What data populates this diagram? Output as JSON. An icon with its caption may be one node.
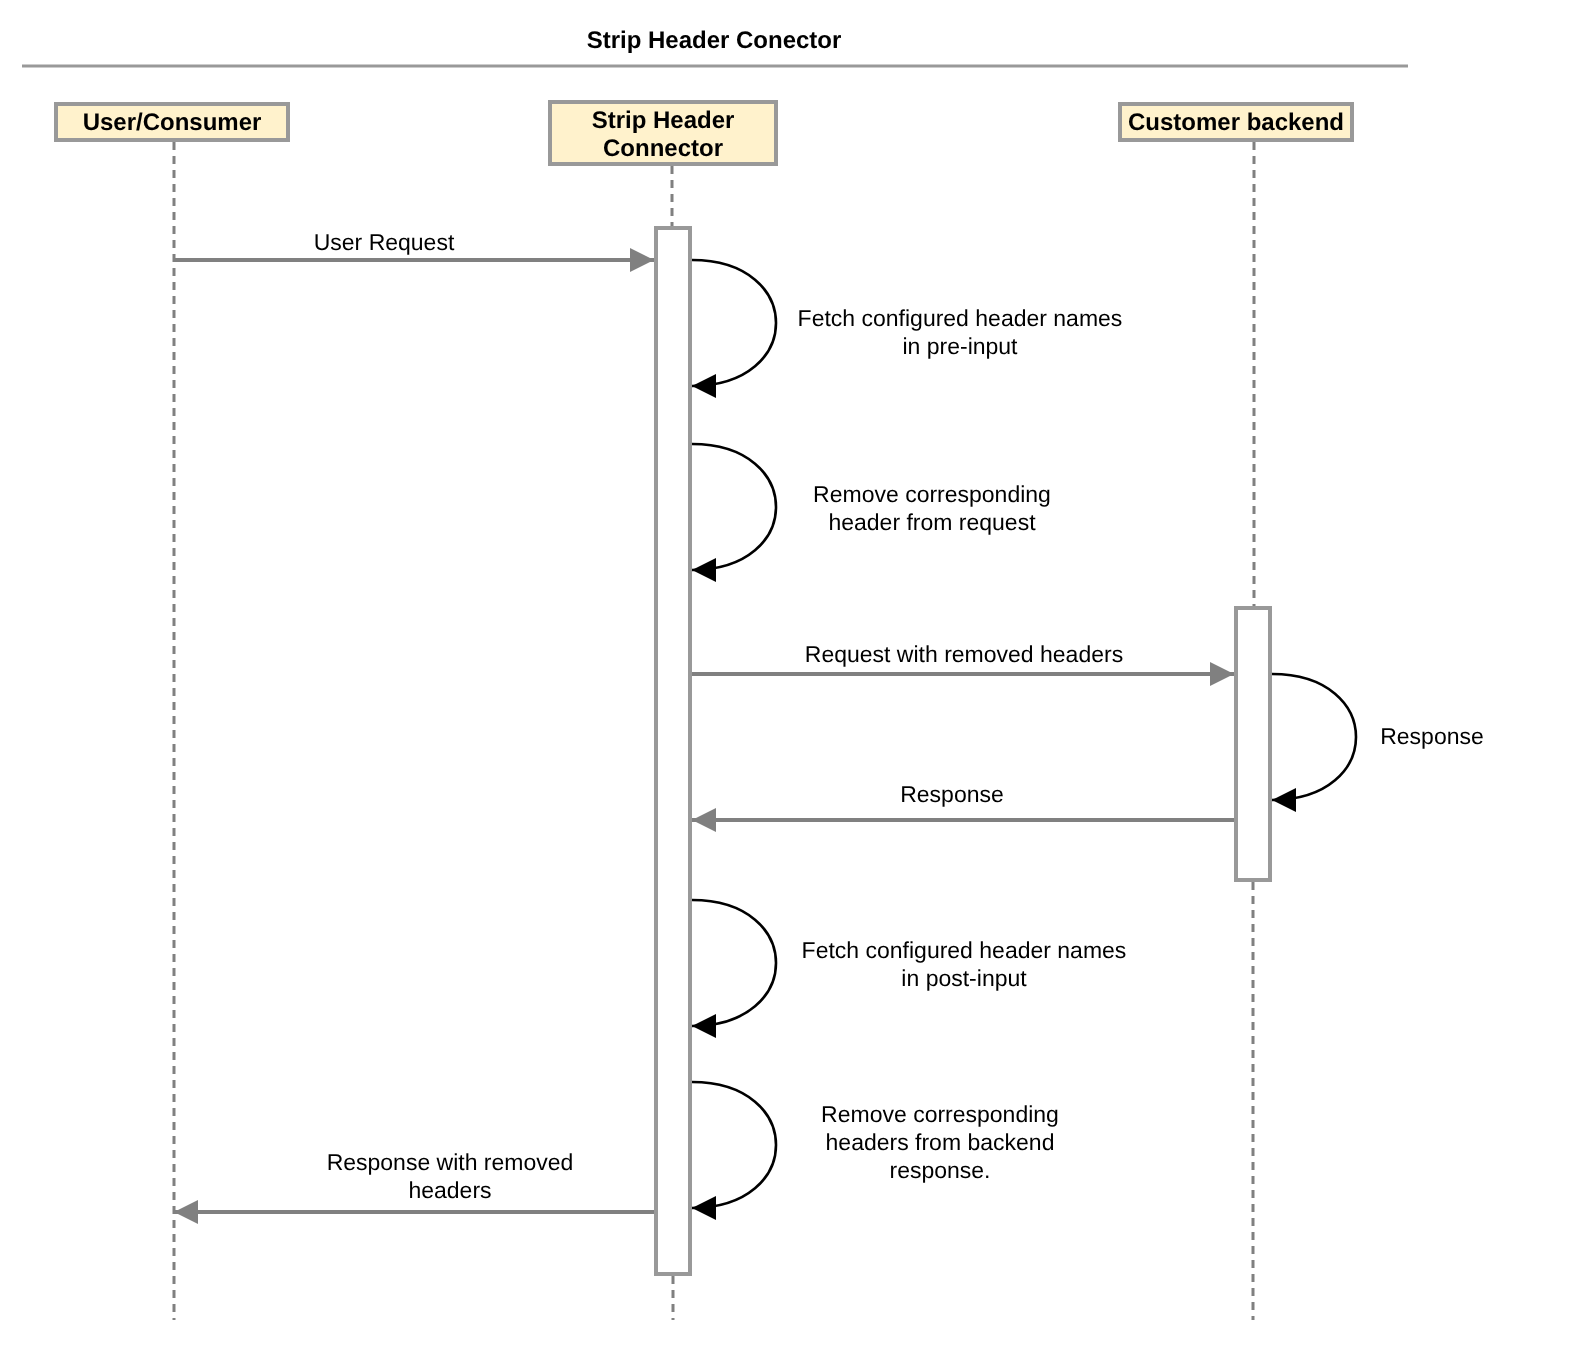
{
  "diagram": {
    "title": "Strip Header Conector",
    "nodes": [
      {
        "text": [
          "User/Consumer"
        ]
      },
      {
        "text": [
          "Strip Header Connector"
        ]
      },
      {
        "text": [
          "Customer backend"
        ]
      },
      {
        "text": [],
        "shape": "bar"
      },
      {
        "text": [],
        "shape": "bar"
      }
    ],
    "edges": [
      {
        "from": null,
        "to": 3,
        "arrow": "to",
        "label": "User Request"
      },
      {
        "from": 3,
        "to": 3,
        "arrow": "to",
        "label": "Fetch configured header names in pre-input",
        "color": "#000000"
      },
      {
        "from": 3,
        "to": 3,
        "arrow": "to",
        "label": "Remove corresponding header from request",
        "color": "#000000"
      },
      {
        "from": 3,
        "to": 4,
        "arrow": "to",
        "label": "Request with removed headers"
      },
      {
        "from": 4,
        "to": 4,
        "arrow": "to",
        "label": "Response",
        "color": "#000000"
      },
      {
        "from": 4,
        "to": 3,
        "arrow": "to",
        "label": "Response"
      },
      {
        "from": 3,
        "to": 3,
        "arrow": "to",
        "label": "Fetch configured header names in post-input",
        "color": "#000000"
      },
      {
        "from": 3,
        "to": 3,
        "arrow": "to",
        "label": "Remove corresponding headers from backend response.",
        "color": "#000000"
      },
      {
        "from": 3,
        "to": null,
        "arrow": "to",
        "label": "Response with removed headers"
      },
      {
        "from": 0,
        "to": null,
        "arrow": "none",
        "style": "dashed"
      },
      {
        "from": 1,
        "to": 3,
        "arrow": "none",
        "style": "dashed"
      },
      {
        "from": 3,
        "to": null,
        "arrow": "none",
        "style": "dashed"
      },
      {
        "from": 2,
        "to": 4,
        "arrow": "none",
        "style": "dashed"
      },
      {
        "from": 4,
        "to": null,
        "arrow": "none",
        "style": "dashed"
      }
    ]
  }
}
